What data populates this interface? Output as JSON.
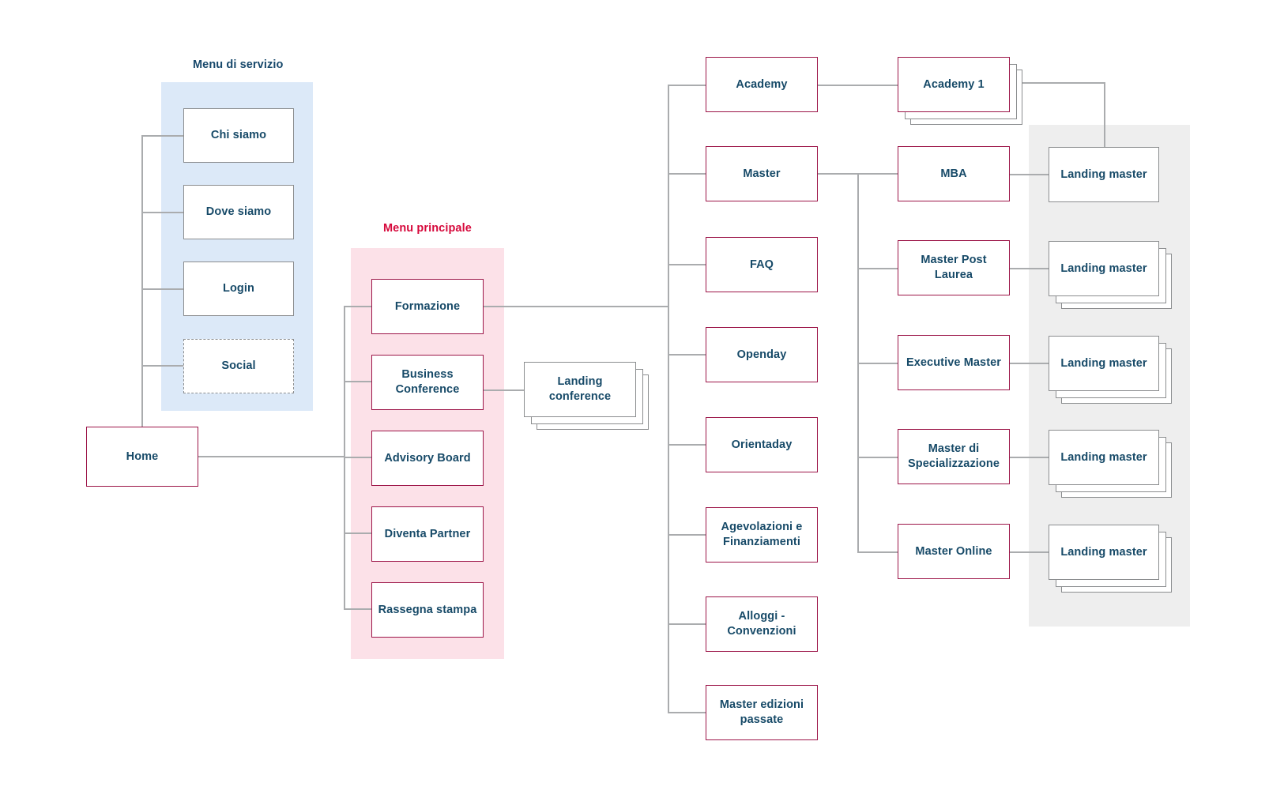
{
  "diagram": {
    "title_service_menu": "Menu di servizio",
    "title_main_menu": "Menu principale",
    "colors": {
      "service_group_bg": "#dce9f8",
      "service_group_label": "#17486b",
      "main_group_bg": "#fce1e8",
      "main_group_label": "#d6083b",
      "landing_group_bg": "#eeeeee",
      "node_red_border": "#9c1548",
      "node_gray_border": "#8b8d8f",
      "node_text": "#174a68",
      "connector": "#aaacae"
    }
  },
  "root": {
    "label": "Home"
  },
  "service_menu": {
    "label": "Menu di servizio",
    "items": [
      {
        "label": "Chi siamo",
        "style": "gray"
      },
      {
        "label": "Dove siamo",
        "style": "gray"
      },
      {
        "label": "Login",
        "style": "gray"
      },
      {
        "label": "Social",
        "style": "dashed"
      }
    ]
  },
  "main_menu": {
    "label": "Menu principale",
    "items": [
      {
        "label": "Formazione",
        "style": "red"
      },
      {
        "label": "Business Conference",
        "style": "red"
      },
      {
        "label": "Advisory Board",
        "style": "red"
      },
      {
        "label": "Diventa Partner",
        "style": "red"
      },
      {
        "label": "Rassegna stampa",
        "style": "red"
      }
    ]
  },
  "conference": {
    "landing": {
      "label": "Landing conference",
      "style": "gray",
      "stacked": true,
      "stack_count": 3
    }
  },
  "formazione_children": [
    {
      "label": "Academy",
      "style": "red"
    },
    {
      "label": "Master",
      "style": "red"
    },
    {
      "label": "FAQ",
      "style": "red"
    },
    {
      "label": "Openday",
      "style": "red"
    },
    {
      "label": "Orientaday",
      "style": "red"
    },
    {
      "label": "Agevolazioni e Finanziamenti",
      "style": "red"
    },
    {
      "label": "Alloggi - Convenzioni",
      "style": "red"
    },
    {
      "label": "Master edizioni passate",
      "style": "red"
    }
  ],
  "academy_children": [
    {
      "label": "Academy 1",
      "style": "red",
      "stacked": true,
      "stack_count": 3
    }
  ],
  "master_children": [
    {
      "label": "MBA",
      "style": "red"
    },
    {
      "label": "Master Post Laurea",
      "style": "red"
    },
    {
      "label": "Executive Master",
      "style": "red"
    },
    {
      "label": "Master di Specializzazione",
      "style": "red"
    },
    {
      "label": "Master Online",
      "style": "red"
    }
  ],
  "landing_masters": [
    {
      "label": "Landing master",
      "style": "gray",
      "stacked": false,
      "stack_count": 1
    },
    {
      "label": "Landing master",
      "style": "gray",
      "stacked": true,
      "stack_count": 3
    },
    {
      "label": "Landing master",
      "style": "gray",
      "stacked": true,
      "stack_count": 3
    },
    {
      "label": "Landing master",
      "style": "gray",
      "stacked": true,
      "stack_count": 3
    },
    {
      "label": "Landing master",
      "style": "gray",
      "stacked": true,
      "stack_count": 3
    }
  ]
}
